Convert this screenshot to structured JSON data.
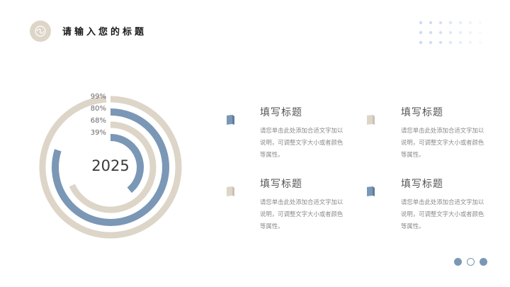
{
  "header": {
    "title": "请输入您的标题",
    "logo_icon": "swirl-emblem-icon"
  },
  "colors": {
    "blue": "#7b97b6",
    "beige": "#ddd5c8",
    "dots": "#c9d6ec"
  },
  "chart_data": {
    "type": "radial-bar",
    "title": "2025",
    "center_label": "2025",
    "max": 100,
    "series": [
      {
        "name": "ring-1",
        "label": "99%",
        "value": 99,
        "color": "#ddd5c8"
      },
      {
        "name": "ring-2",
        "label": "80%",
        "value": 80,
        "color": "#7b97b6"
      },
      {
        "name": "ring-3",
        "label": "68%",
        "value": 68,
        "color": "#ddd5c8"
      },
      {
        "name": "ring-4",
        "label": "39%",
        "value": 39,
        "color": "#7b97b6"
      }
    ],
    "start_angle": "12 o'clock",
    "direction": "clockwise"
  },
  "cards": [
    {
      "title": "填写标题",
      "text": "请您单击此处添加合适文字加以说明，可调整文字大小或者颜色等属性。",
      "icon": "book-icon",
      "icon_color": "#7b97b6"
    },
    {
      "title": "填写标题",
      "text": "请您单击此处添加合适文字加以说明，可调整文字大小或者颜色等属性。",
      "icon": "book-icon",
      "icon_color": "#ddd5c8"
    },
    {
      "title": "填写标题",
      "text": "请您单击此处添加合适文字加以说明，可调整文字大小或者颜色等属性。",
      "icon": "book-icon",
      "icon_color": "#ddd5c8"
    },
    {
      "title": "填写标题",
      "text": "请您单击此处添加合适文字加以说明，可调整文字大小或者颜色等属性。",
      "icon": "book-icon",
      "icon_color": "#7b97b6"
    }
  ],
  "pager": {
    "count": 3,
    "active": 1
  }
}
